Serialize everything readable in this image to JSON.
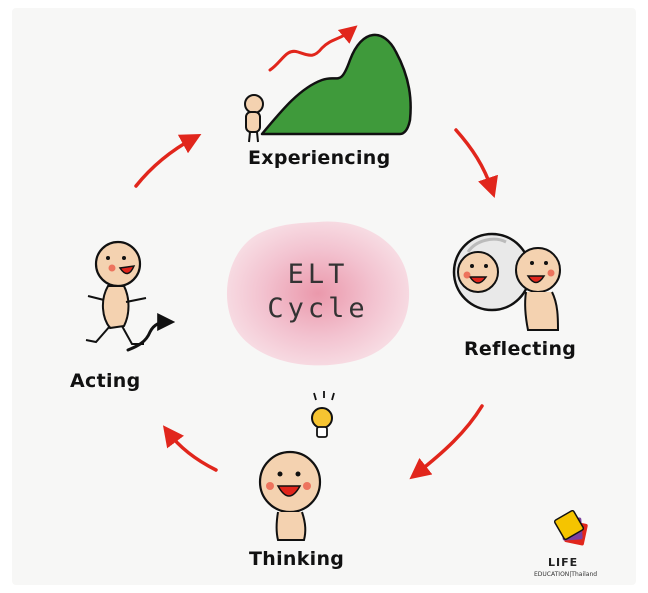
{
  "diagram": {
    "title_line1": "ELT",
    "title_line2": "Cycle",
    "stages": {
      "experiencing": "Experiencing",
      "reflecting": "Reflecting",
      "thinking": "Thinking",
      "acting": "Acting"
    }
  },
  "logo": {
    "name": "LIFE",
    "subtitle": "EDUCATION|Thailand"
  },
  "colors": {
    "arrow": "#e1261c",
    "mountain": "#3f9a3b",
    "blob": "#f1b9c6",
    "skin": "#f4d2b0",
    "cheek": "#e94a3a"
  }
}
